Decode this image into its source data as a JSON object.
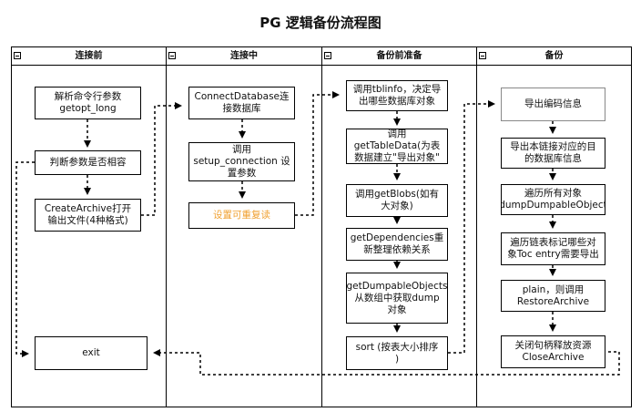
{
  "title": "PG 逻辑备份流程图",
  "lanes": [
    {
      "label": "连接前"
    },
    {
      "label": "连接中"
    },
    {
      "label": "备份前准备"
    },
    {
      "label": "备份"
    }
  ],
  "nodes": {
    "parse_args": "解析命令行参数\ngetopt_long",
    "check_compat": "判断参数是否相容",
    "create_archive": "CreateArchive打开\n输出文件(4种格式)",
    "exit": "exit",
    "connect_db": "ConnectDatabase连\n接数据库",
    "setup_connection": "调用\nsetup_connection 设\n置参数",
    "set_repeatable": "设置可重复读",
    "tblinfo": "调用tblinfo，决定导\n出哪些数据库对象",
    "get_table_data": "调用\ngetTableData(为表\n数据建立\"导出对象\"",
    "get_blobs": "调用getBlobs(如有\n大对象)",
    "get_dependencies": "getDependencies重\n新整理依赖关系",
    "get_dumpable_objects": "getDumpableObjects\n从数组中获取dump\n对象",
    "sort": "sort (按表大小排序\n)",
    "export_encoding": "导出编码信息",
    "export_db_info": "导出本链接对应的目\n的数据库信息",
    "iterate_objects": "遍历所有对象\ndumpDumpableObject",
    "iterate_toc": "遍历链表标记哪些对\n象Toc entry需要导出",
    "restore_archive": "plain，则调用\nRestoreArchive",
    "close_archive": "关闭句柄释放资源\nCloseArchive"
  }
}
